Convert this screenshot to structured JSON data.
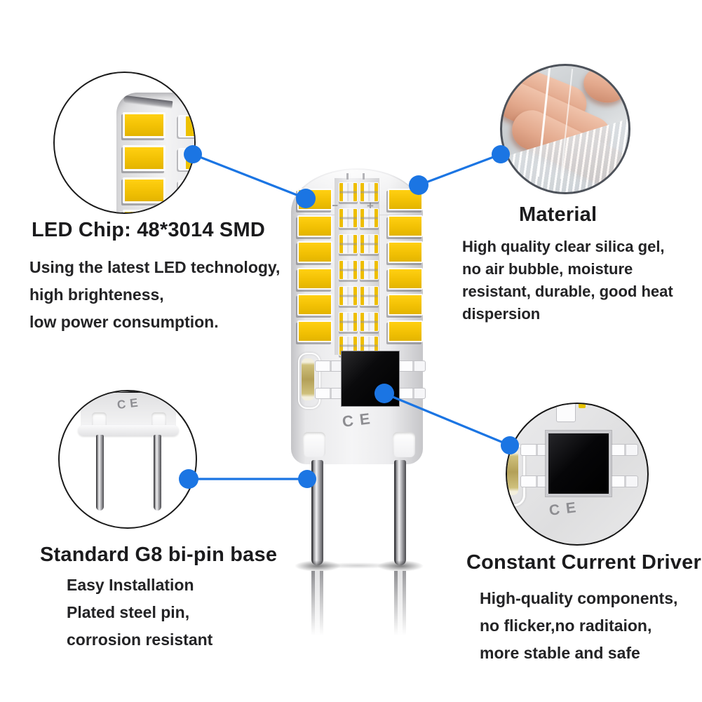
{
  "annotations": {
    "led_chip": {
      "title": "LED Chip: 48*3014 SMD",
      "lines": [
        "Using the latest LED technology,",
        "high brighteness,",
        "low power consumption."
      ]
    },
    "material": {
      "title": "Material",
      "lines": [
        "High quality clear silica gel,",
        "no air bubble, moisture",
        "resistant, durable, good heat",
        "dispersion"
      ]
    },
    "base": {
      "title": "Standard G8 bi-pin base",
      "lines": [
        "Easy Installation",
        "Plated steel pin,",
        "corrosion resistant"
      ]
    },
    "driver": {
      "title": "Constant Current Driver",
      "lines": [
        "High-quality components,",
        "no flicker,no raditaion,",
        "more stable and safe"
      ]
    }
  },
  "bulb": {
    "ce_mark": "CE",
    "polarity_minus": "–",
    "polarity_plus": "+",
    "led_rows": 6,
    "side_rows": 7
  },
  "colors": {
    "accent_blue": "#1b75e3",
    "chip_yellow": "#f2c104",
    "driver_black": "#0b0b0d"
  }
}
